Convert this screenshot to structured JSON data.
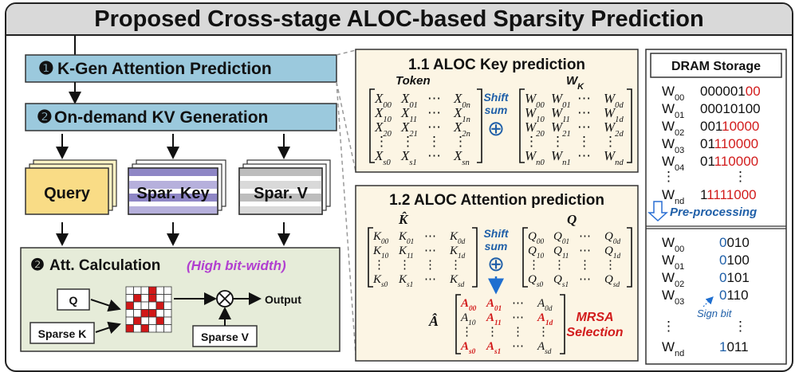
{
  "title": "Proposed Cross-stage ALOC-based Sparsity Prediction",
  "left": {
    "step1": {
      "marker": "❶",
      "label": "K-Gen Attention Prediction"
    },
    "step2": {
      "marker": "❷",
      "label": "On-demand KV Generation"
    },
    "query": "Query",
    "spar_key": "Spar. Key",
    "spar_v": "Spar. V",
    "att": {
      "marker": "❷",
      "label": "Att. Calculation",
      "note": "(High bit-width)"
    },
    "q_box": "Q",
    "sparse_k": "Sparse K",
    "sparse_v": "Sparse V",
    "output": "Output",
    "otimes": "⊗",
    "grid_red_cells": [
      [
        0,
        3
      ],
      [
        1,
        1
      ],
      [
        1,
        3
      ],
      [
        2,
        0
      ],
      [
        2,
        4
      ],
      [
        3,
        2
      ],
      [
        3,
        3
      ],
      [
        4,
        1
      ],
      [
        4,
        4
      ],
      [
        5,
        0
      ],
      [
        5,
        2
      ]
    ]
  },
  "middle": {
    "key_pred": {
      "title": "1.1 ALOC Key prediction",
      "token_label": "Token",
      "wk_label": "W",
      "wk_sub": "K",
      "shift": "Shift",
      "sum": "sum",
      "oplus": "⊕",
      "token_rows": [
        [
          "X00",
          "X01",
          "⋯",
          "X0n"
        ],
        [
          "X10",
          "X11",
          "⋯",
          "X1n"
        ],
        [
          "X20",
          "X21",
          "⋯",
          "X2n"
        ],
        [
          "⋮",
          "⋮",
          "⋮",
          "⋮"
        ],
        [
          "Xs0",
          "Xs1",
          "⋯",
          "Xsn"
        ]
      ],
      "wk_rows": [
        [
          "W00",
          "W01",
          "⋯",
          "W0d"
        ],
        [
          "W10",
          "W11",
          "⋯",
          "W1d"
        ],
        [
          "W20",
          "W21",
          "⋯",
          "W2d"
        ],
        [
          "⋮",
          "⋮",
          "⋮",
          "⋮"
        ],
        [
          "Wn0",
          "Wn1",
          "⋯",
          "Wnd"
        ]
      ]
    },
    "att_pred": {
      "title": "1.2 ALOC Attention prediction",
      "khat_label": "K̂",
      "q_label": "Q",
      "ahat_label": "Â",
      "shift": "Shift",
      "sum": "sum",
      "oplus": "⊕",
      "mrsa1": "MRSA",
      "mrsa2": "Selection",
      "khat_rows": [
        [
          "K00",
          "K01",
          "⋯",
          "K0d"
        ],
        [
          "K10",
          "K11",
          "⋯",
          "K1d"
        ],
        [
          "⋮",
          "⋮",
          "⋮",
          "⋮"
        ],
        [
          "Ks0",
          "Ks1",
          "⋯",
          "Ksd"
        ]
      ],
      "q_rows": [
        [
          "Q00",
          "Q01",
          "⋯",
          "Q0d"
        ],
        [
          "Q10",
          "Q11",
          "⋯",
          "Q1d"
        ],
        [
          "⋮",
          "⋮",
          "⋮",
          "⋮"
        ],
        [
          "Qs0",
          "Qs1",
          "⋯",
          "Qsd"
        ]
      ],
      "ahat_rows": [
        [
          "A00",
          "A01",
          "⋯",
          "A0d"
        ],
        [
          "A10",
          "A11",
          "⋯",
          "A1d"
        ],
        [
          "⋮",
          "⋮",
          "⋮",
          "⋮"
        ],
        [
          "As0",
          "As1",
          "⋯",
          "Asd"
        ]
      ],
      "ahat_red": [
        [
          0,
          0
        ],
        [
          0,
          1
        ],
        [
          1,
          1
        ],
        [
          1,
          3
        ],
        [
          3,
          0
        ],
        [
          3,
          1
        ]
      ]
    }
  },
  "right": {
    "header": "DRAM Storage",
    "pre_processing": "Pre-processing",
    "sign_bit": "Sign bit",
    "top_rows": [
      {
        "label": "W00",
        "black": "000001",
        "red": "00"
      },
      {
        "label": "W01",
        "black": "00010100",
        "red": ""
      },
      {
        "label": "W02",
        "black": "001",
        "red": "10000"
      },
      {
        "label": "W03",
        "black": "01",
        "red": "110000"
      },
      {
        "label": "W04",
        "black": "01",
        "red": "110000"
      },
      {
        "label": "⋮",
        "black": "⋮",
        "red": ""
      },
      {
        "label": "Wnd",
        "black": "1",
        "red": "1111000"
      }
    ],
    "bottom_rows": [
      {
        "label": "W00",
        "blue": "0",
        "black": "010"
      },
      {
        "label": "W01",
        "blue": "0",
        "black": "100"
      },
      {
        "label": "W02",
        "blue": "0",
        "black": "101"
      },
      {
        "label": "W03",
        "blue": "0",
        "black": "110"
      },
      {
        "label": "⋮",
        "blue": "",
        "black": "⋮"
      },
      {
        "label": "Wnd",
        "blue": "1",
        "black": "011"
      }
    ]
  }
}
